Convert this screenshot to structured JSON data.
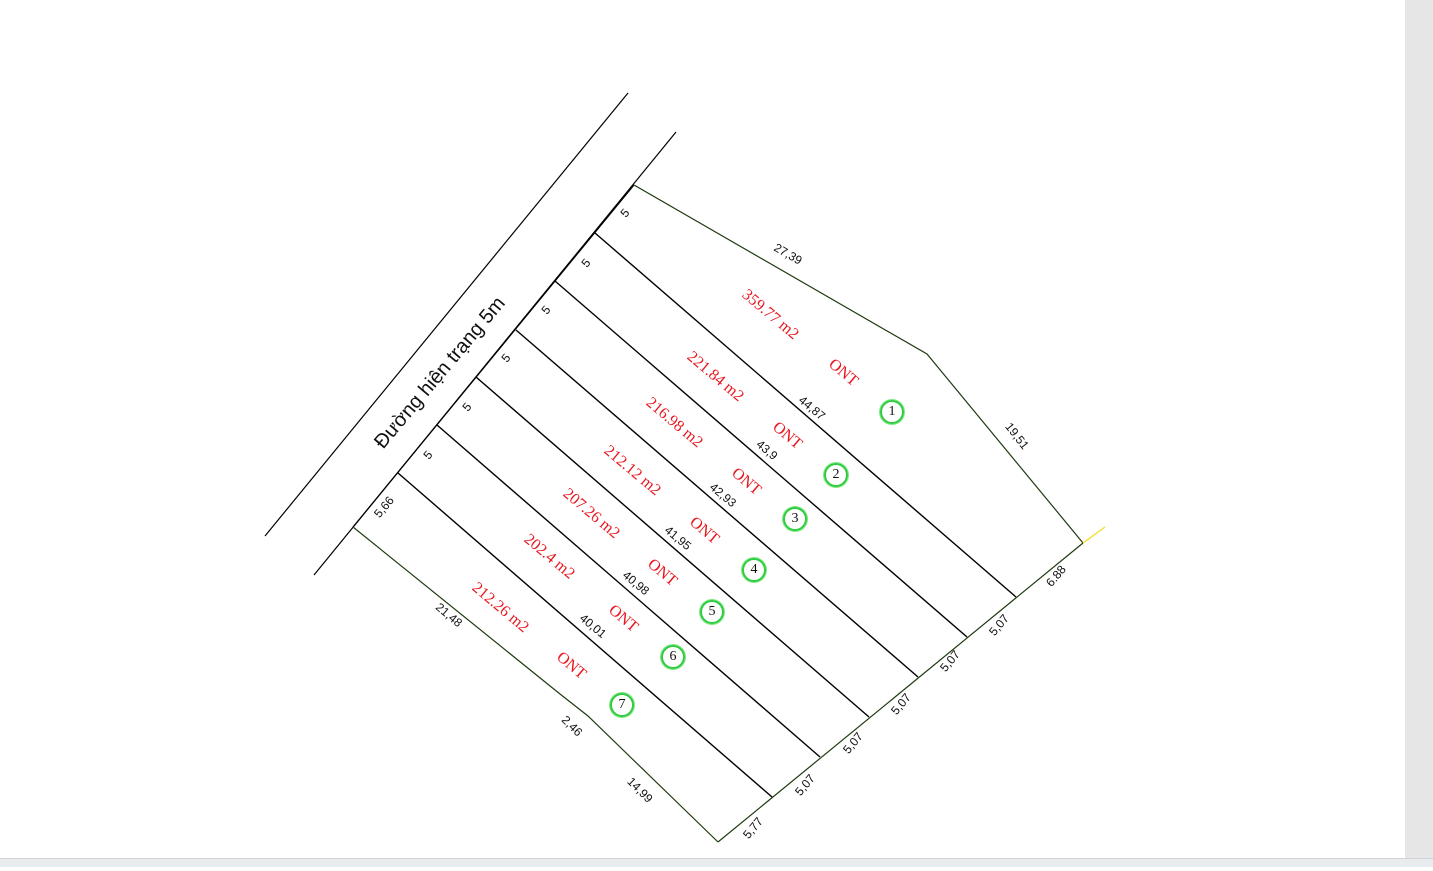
{
  "road_label": "Đường hiện trạng 5m",
  "colors": {
    "area_text": "#e8161e",
    "badge": "#2ecc40",
    "boundary": "#1f3a10",
    "line": "#000000"
  },
  "front_widths": [
    "5",
    "5",
    "5",
    "5",
    "5",
    "5",
    "5,66"
  ],
  "lots": [
    {
      "number": "1",
      "area": "359.77 m2",
      "use": "ONT"
    },
    {
      "number": "2",
      "area": "221.84 m2",
      "use": "ONT"
    },
    {
      "number": "3",
      "area": "216.98 m2",
      "use": "ONT"
    },
    {
      "number": "4",
      "area": "212.12 m2",
      "use": "ONT"
    },
    {
      "number": "5",
      "area": "207.26 m2",
      "use": "ONT"
    },
    {
      "number": "6",
      "area": "202.4 m2",
      "use": "ONT"
    },
    {
      "number": "7",
      "area": "212.26 m2",
      "use": "ONT"
    }
  ],
  "side_lengths": [
    "44,87",
    "43,9",
    "42,93",
    "41,95",
    "40,98",
    "40,01"
  ],
  "rear_widths": [
    "6.88",
    "5,07",
    "5,07",
    "5,07",
    "5,07",
    "5,07",
    "5,77"
  ],
  "outer_edges": {
    "top": "27,39",
    "right": "19,51",
    "bottom_a": "21,48",
    "bottom_b": "2,46",
    "bottom_c": "14,99"
  }
}
